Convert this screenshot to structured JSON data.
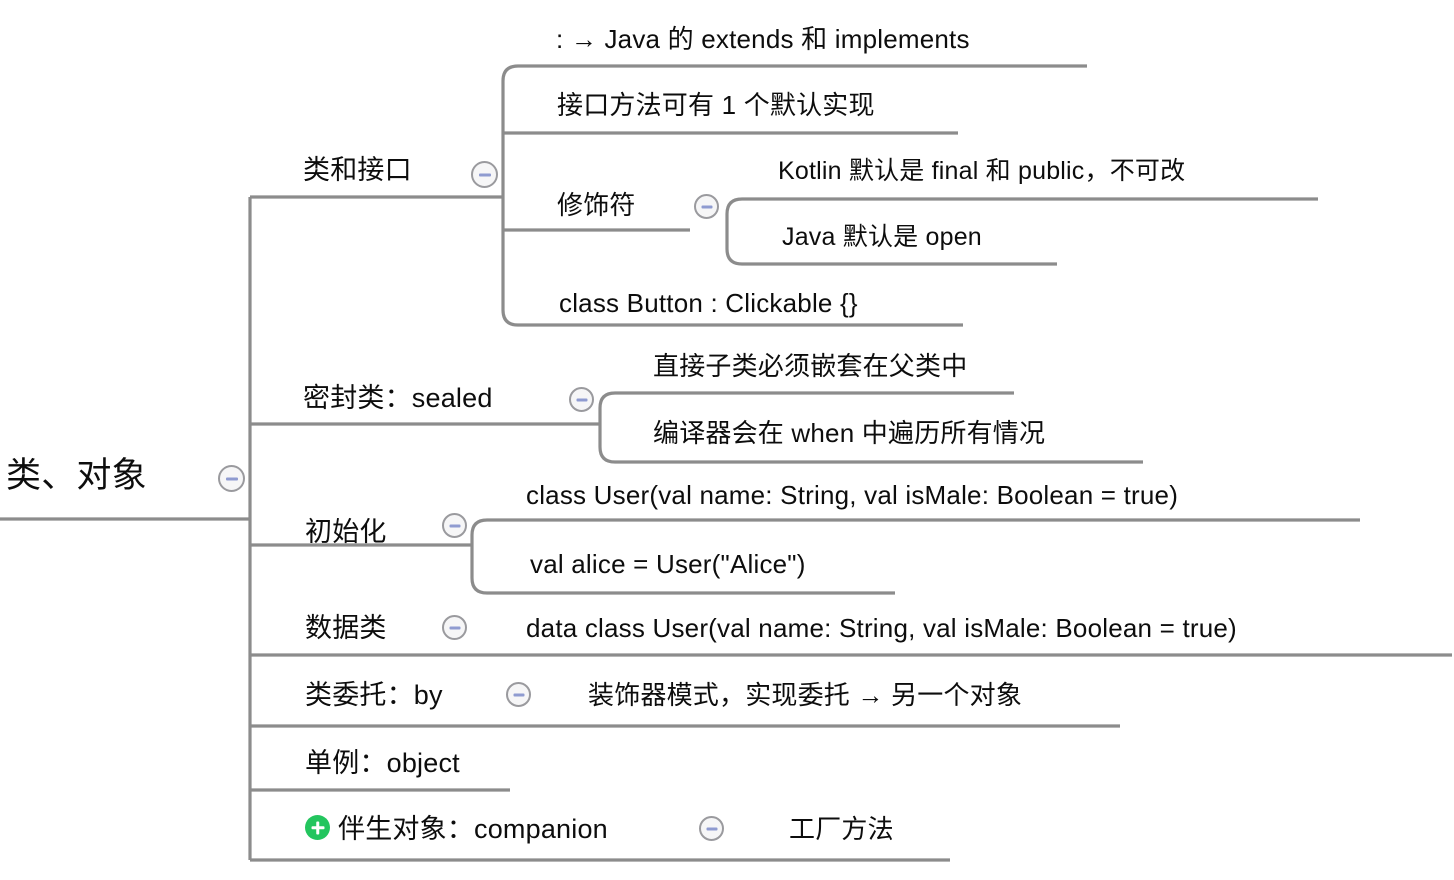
{
  "document": {
    "type": "mind-map",
    "title": "类、对象",
    "background": "#ffffff",
    "line_color": "#8c8c8c",
    "text_color": "#0d0d0d",
    "toggle_border_color": "#9a9a9e",
    "toggle_glyph_color": "#8f9bd0",
    "add_badge_color": "#23c55e"
  },
  "root": {
    "label": "类、对象",
    "toggle": "collapse-minus"
  },
  "branches": [
    {
      "id": "classes-interfaces",
      "label": "类和接口",
      "toggle": "collapse-minus",
      "children": [
        {
          "id": "colon-extends",
          "label": ": → Java 的 extends 和 implements"
        },
        {
          "id": "default-impl",
          "label": "接口方法可有 1 个默认实现"
        },
        {
          "id": "modifiers",
          "label": "修饰符",
          "toggle": "collapse-minus",
          "children": [
            {
              "id": "kotlin-final-public",
              "label": "Kotlin 默认是 final 和 public，不可改"
            },
            {
              "id": "java-open",
              "label": "Java 默认是 open"
            }
          ]
        },
        {
          "id": "button-clickable",
          "label": "class Button : Clickable {}"
        }
      ]
    },
    {
      "id": "sealed",
      "label": "密封类：sealed",
      "toggle": "collapse-minus",
      "children": [
        {
          "id": "nested-subclass",
          "label": "直接子类必须嵌套在父类中"
        },
        {
          "id": "when-exhaustive",
          "label": "编译器会在 when 中遍历所有情况"
        }
      ]
    },
    {
      "id": "initialization",
      "label": "初始化",
      "toggle": "collapse-minus",
      "children": [
        {
          "id": "user-ctor",
          "label": "class User(val name: String, val isMale: Boolean = true)"
        },
        {
          "id": "val-alice",
          "label": "val alice = User(\"Alice\")"
        }
      ]
    },
    {
      "id": "data-class",
      "label": "数据类",
      "toggle": "collapse-minus",
      "children": [
        {
          "id": "data-user",
          "label": "data class User(val name: String, val isMale: Boolean = true)"
        }
      ]
    },
    {
      "id": "class-delegation",
      "label": "类委托：by",
      "toggle": "collapse-minus",
      "children": [
        {
          "id": "decorator",
          "label": "装饰器模式，实现委托 → 另一个对象"
        }
      ]
    },
    {
      "id": "singleton",
      "label": "单例：object",
      "toggle": null,
      "children": []
    },
    {
      "id": "companion",
      "label": "伴生对象：companion",
      "badge": "add-plus",
      "toggle": "collapse-minus",
      "children": [
        {
          "id": "factory-method",
          "label": "工厂方法"
        }
      ]
    }
  ]
}
